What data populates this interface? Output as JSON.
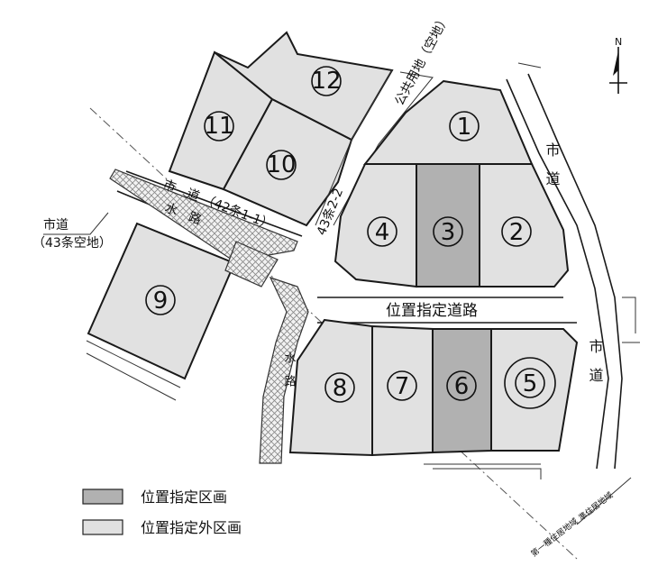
{
  "compass": {
    "label": "N"
  },
  "lots": [
    {
      "id": "1",
      "label": "1"
    },
    {
      "id": "2",
      "label": "2"
    },
    {
      "id": "3",
      "label": "3"
    },
    {
      "id": "4",
      "label": "4"
    },
    {
      "id": "5",
      "label": "5"
    },
    {
      "id": "6",
      "label": "6"
    },
    {
      "id": "7",
      "label": "7"
    },
    {
      "id": "8",
      "label": "8"
    },
    {
      "id": "9",
      "label": "9"
    },
    {
      "id": "10",
      "label": "10"
    },
    {
      "id": "11",
      "label": "11"
    },
    {
      "id": "12",
      "label": "12"
    }
  ],
  "labels": {
    "city_road_east_1": "市　道",
    "city_road_east_2": "市　道",
    "city_road_42": "市　道 （42条1-1）",
    "waterway_1": "水　路",
    "waterway_2": "水　路",
    "public_land": "公共用地（空地）",
    "article_43_2_2": "43条2-2",
    "designated_road": "位置指定道路",
    "city_road_43_title": "市道",
    "city_road_43_sub": "（43条空地）",
    "zone_first": "第一種住居地域",
    "zone_quasi": "準住居地域"
  },
  "legend": [
    {
      "label": "位置指定区画",
      "color": "#b1b1b1"
    },
    {
      "label": "位置指定外区画",
      "color": "#e1e1e1"
    }
  ],
  "highlight_lot": "5"
}
